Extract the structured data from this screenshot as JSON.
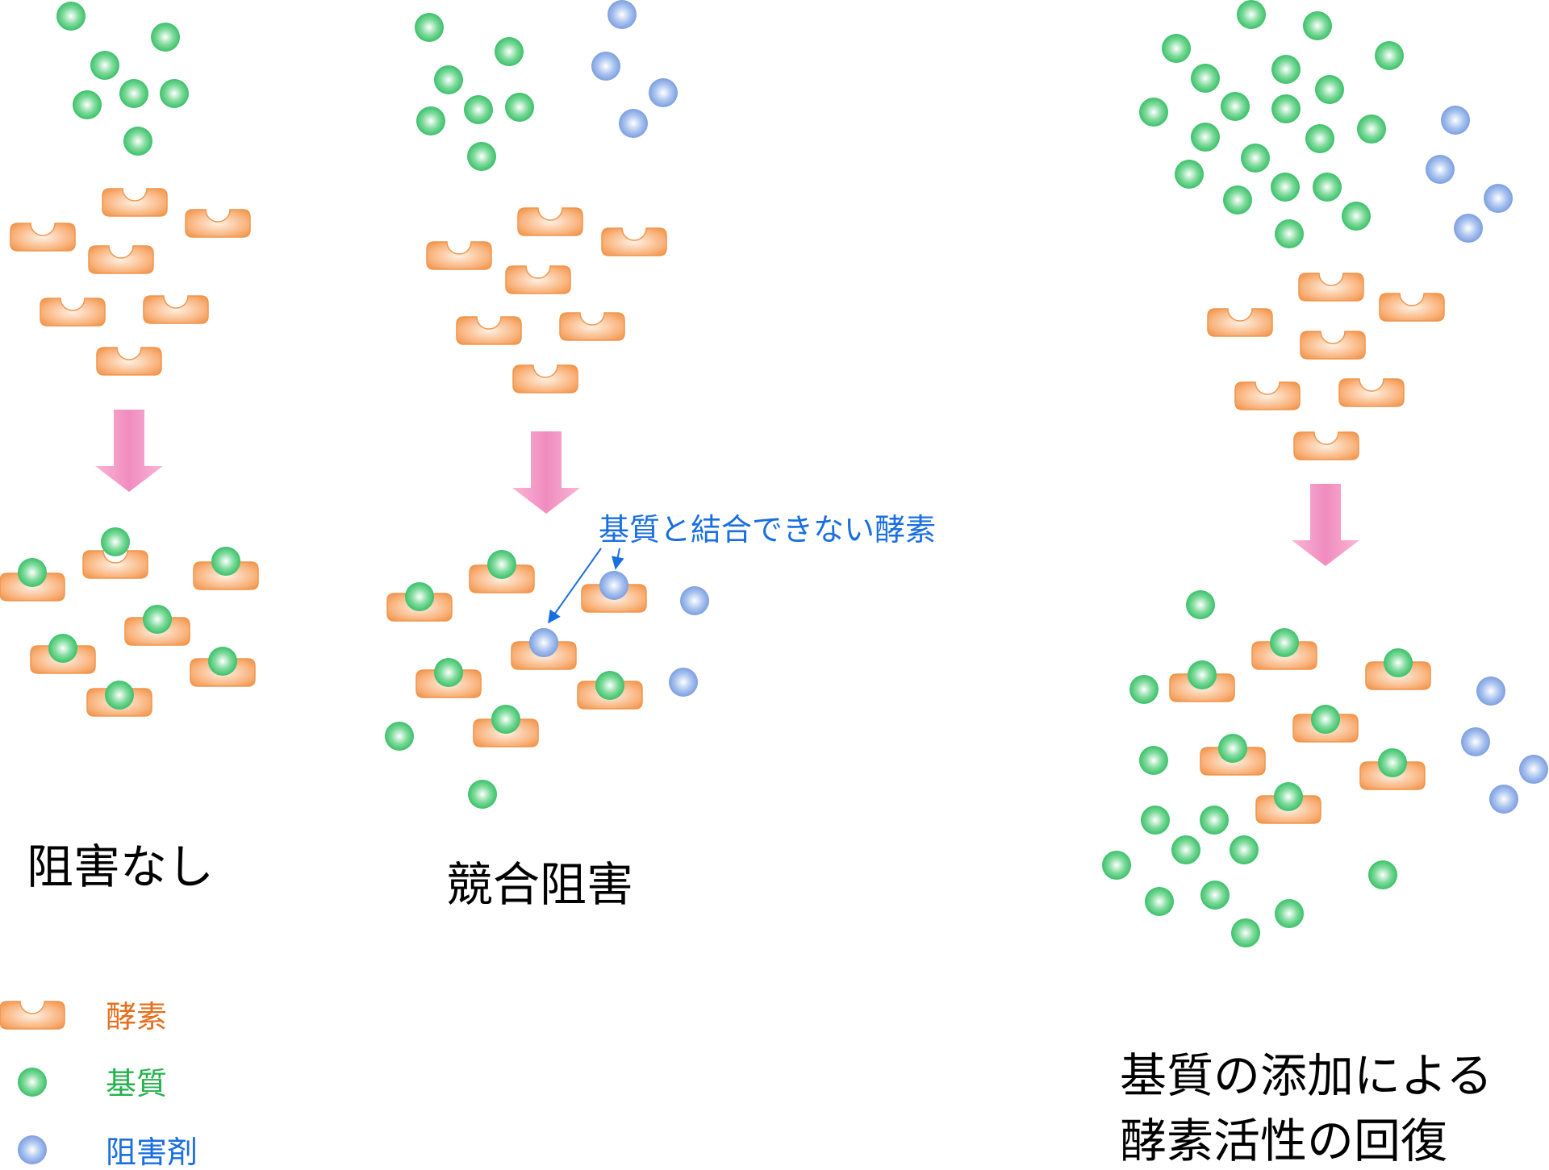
{
  "colors": {
    "enzyme": "#f5a463",
    "enzyme_text": "#e4701e",
    "substrate": "#4cc977",
    "substrate_text": "#24b24c",
    "inhibitor": "#87a9e6",
    "inhibitor_text": "#1a6fe0",
    "arrow": "#f5a0c8",
    "annotation": "#1a6fe0"
  },
  "panels": {
    "no_inhibition": {
      "caption": "阻害なし"
    },
    "competitive": {
      "caption": "競合阻害",
      "annotation": "基質と結合できない酵素"
    },
    "recovery": {
      "caption_line1": "基質の添加による",
      "caption_line2": "酵素活性の回復"
    }
  },
  "legend": [
    {
      "icon": "enzyme-icon",
      "label": "酵素"
    },
    {
      "icon": "substrate-icon",
      "label": "基質"
    },
    {
      "icon": "inhibitor-icon",
      "label": "阻害剤"
    }
  ]
}
